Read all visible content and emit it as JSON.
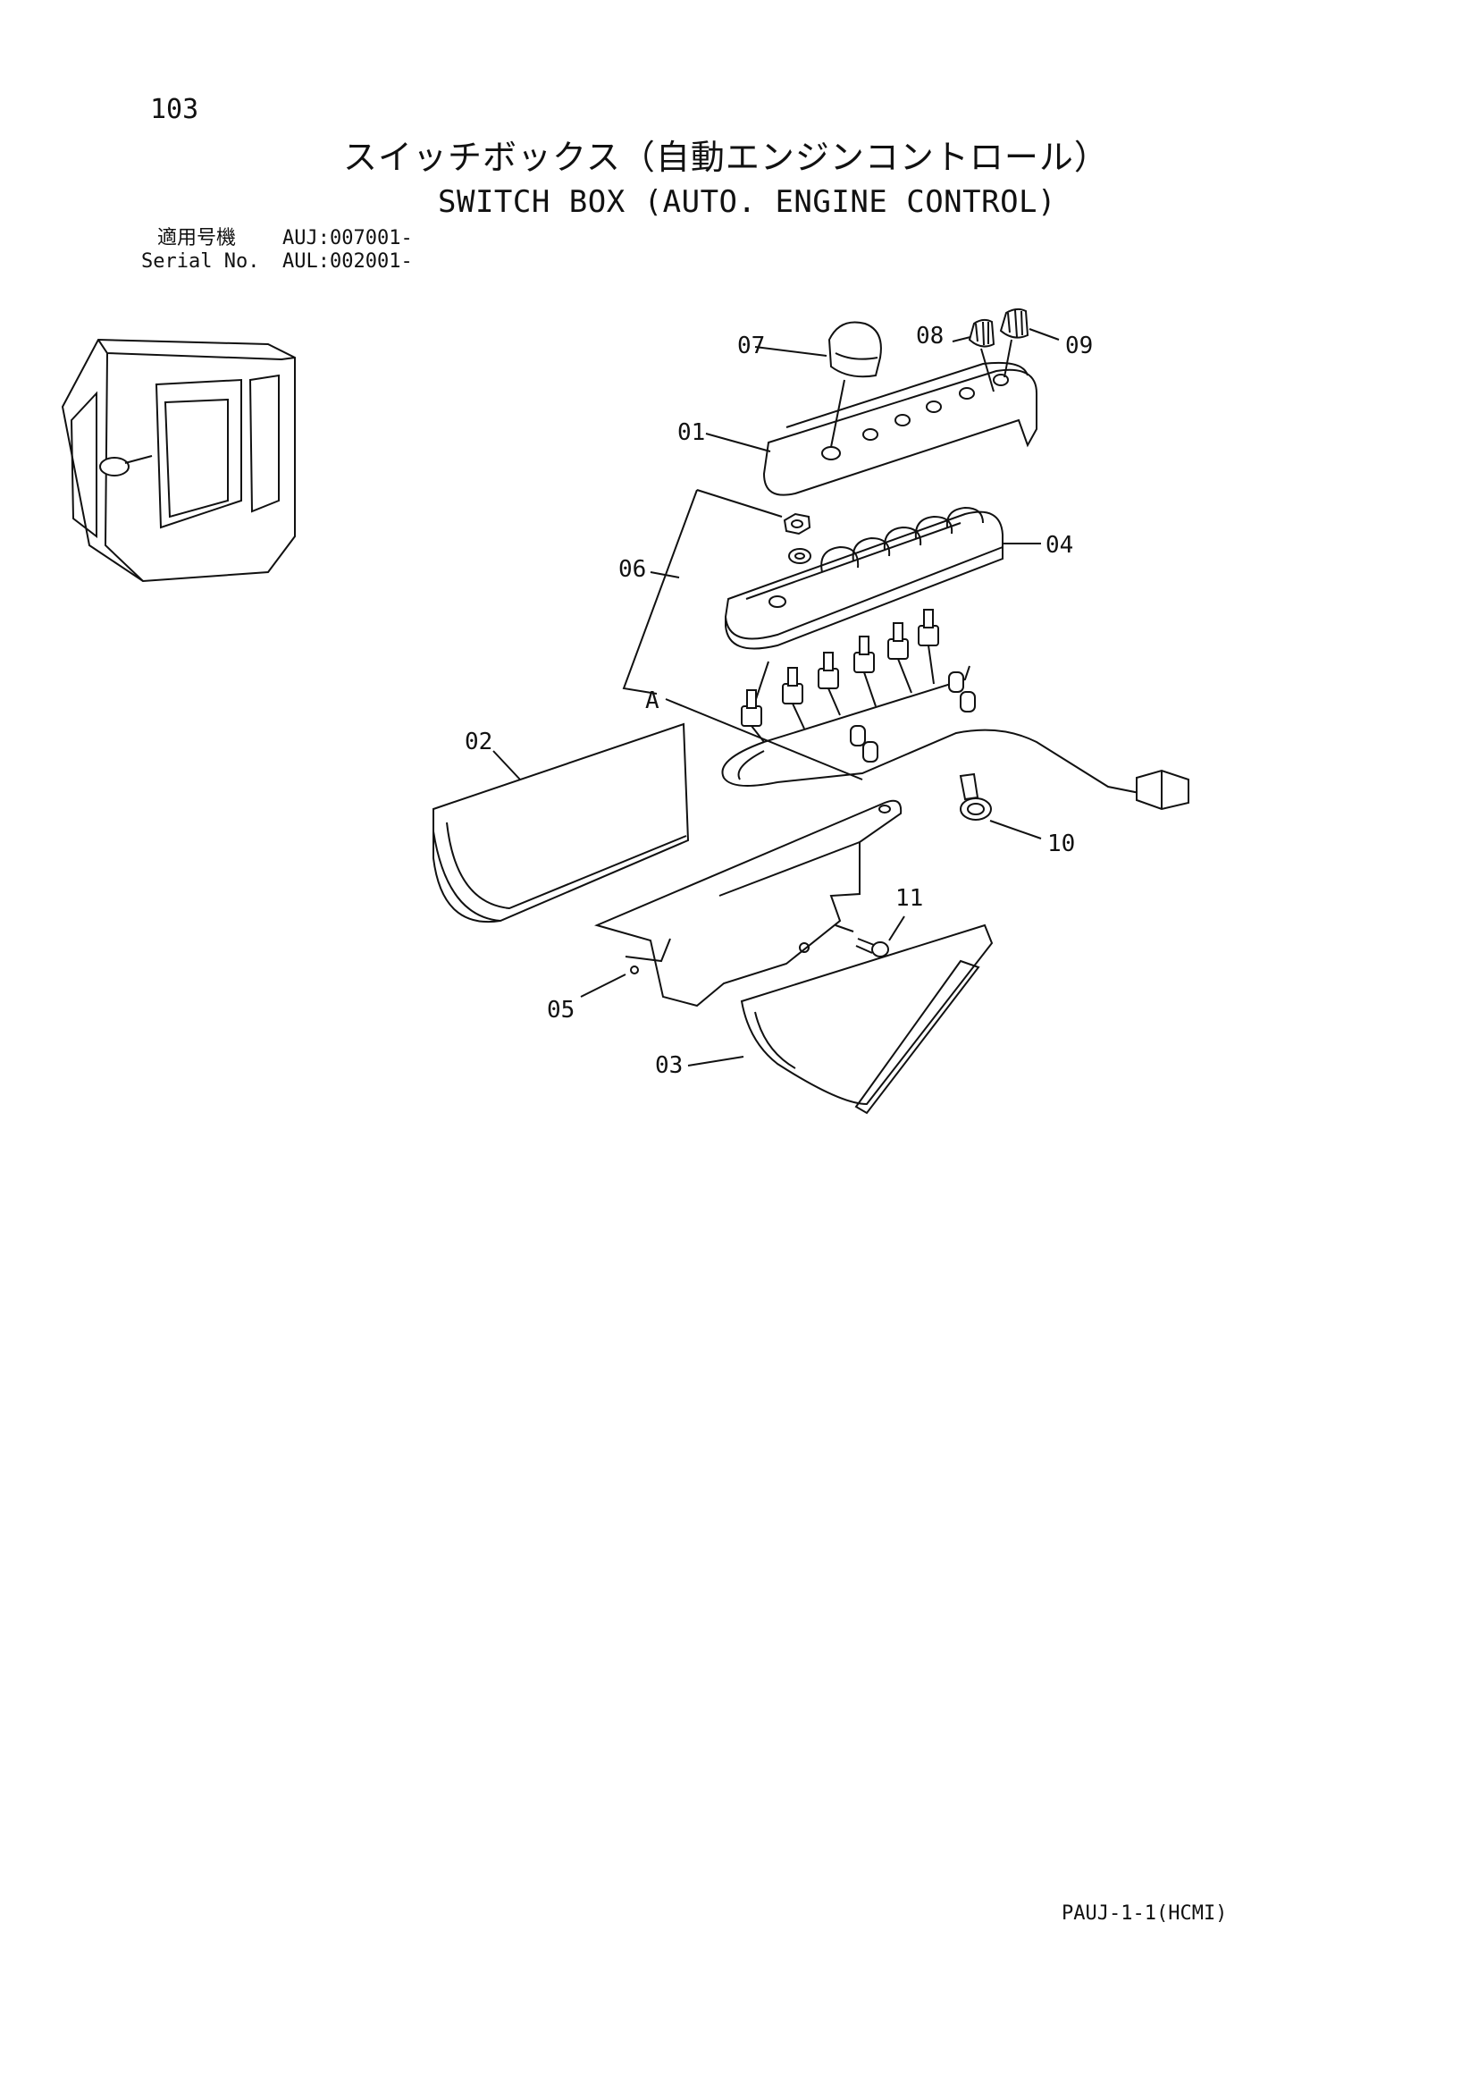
{
  "header": {
    "page_number": "103",
    "title_ja": "スイッチボックス（自動エンジンコントロール）",
    "title_en": "SWITCH BOX (AUTO. ENGINE CONTROL)",
    "serial_ja_label": "適用号機",
    "serial_ja_value": "AUJ:007001-",
    "serial_en_label": "Serial No.",
    "serial_en_value": "AUL:002001-"
  },
  "callouts": {
    "c01": "01",
    "c02": "02",
    "c03": "03",
    "c04": "04",
    "c05": "05",
    "c06": "06",
    "c07": "07",
    "c08": "08",
    "c09": "09",
    "c10": "10",
    "c11": "11",
    "view_a": "A"
  },
  "footer": {
    "code": "PAUJ-1-1(HCMI)"
  }
}
